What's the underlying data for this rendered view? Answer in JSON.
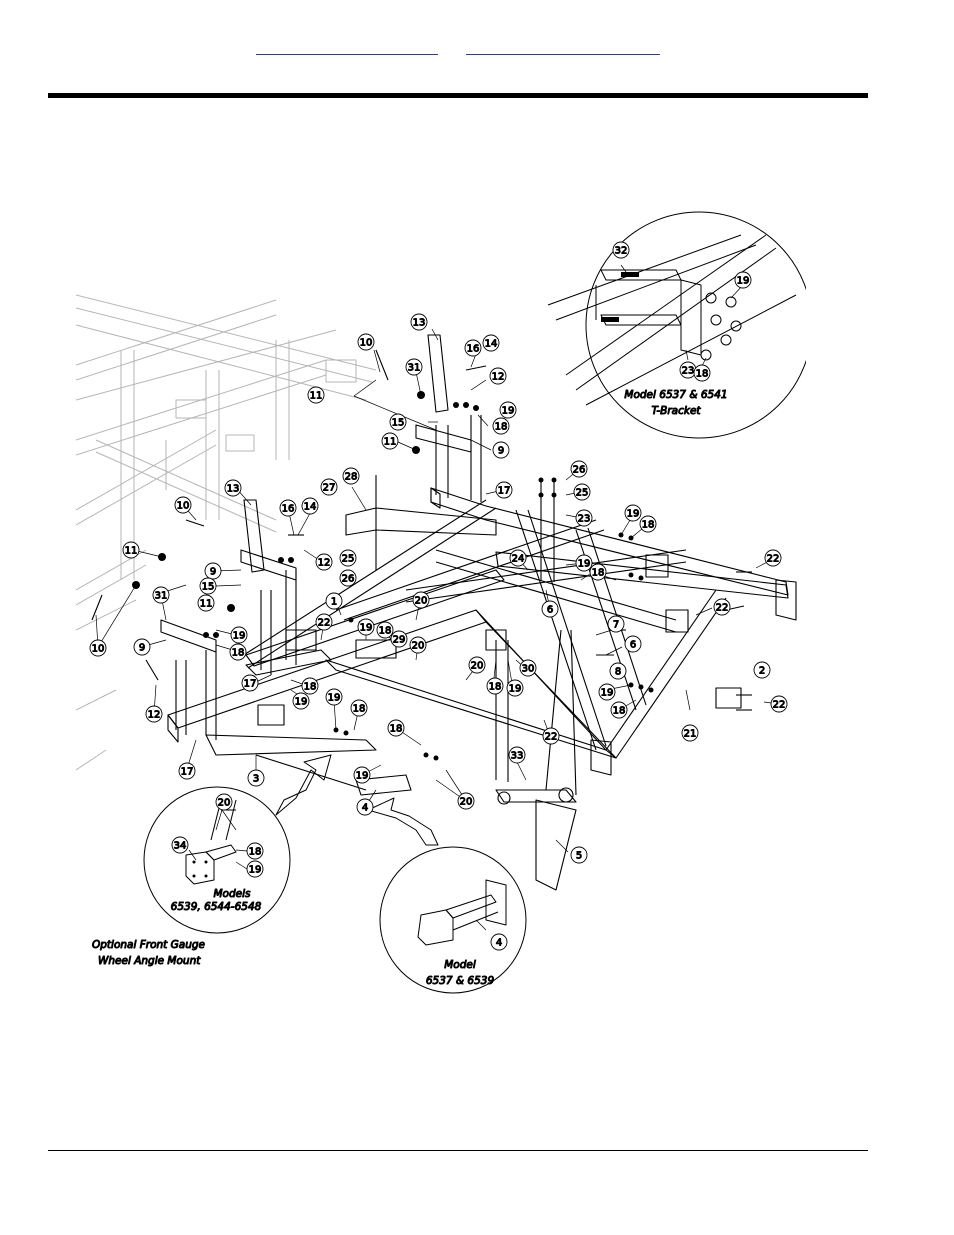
{
  "header": {
    "link_left": "",
    "link_right": ""
  },
  "callouts": [
    "1",
    "2",
    "3",
    "4",
    "5",
    "6",
    "7",
    "8",
    "9",
    "10",
    "11",
    "12",
    "13",
    "14",
    "15",
    "16",
    "17",
    "18",
    "19",
    "20",
    "21",
    "22",
    "23",
    "24",
    "25",
    "26",
    "27",
    "28",
    "29",
    "30",
    "31",
    "32",
    "33",
    "34"
  ],
  "insets": {
    "t_bracket": {
      "model": "Model 6537 & 6541",
      "part": "T-Bracket"
    },
    "gauge_mount": {
      "models_title": "Models",
      "models_list": "6539, 6544-6548"
    },
    "optional_note": {
      "line1": "Optional Front Gauge",
      "line2": "Wheel Angle Mount"
    },
    "model_4": {
      "model": "Model",
      "models_list": "6537 & 6539"
    }
  }
}
